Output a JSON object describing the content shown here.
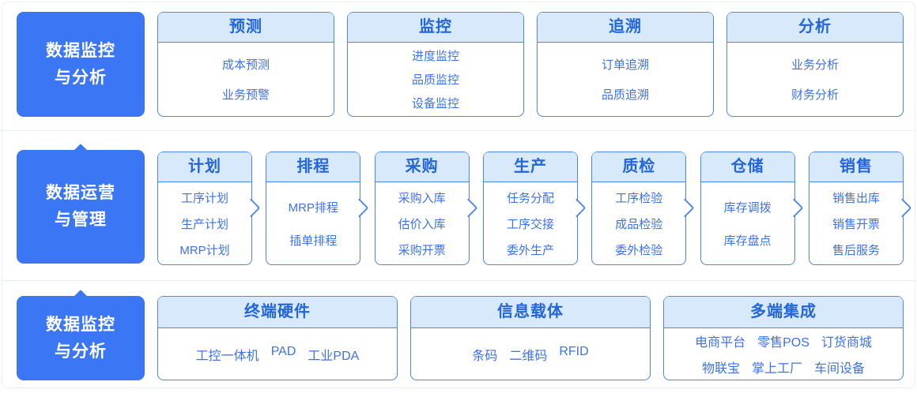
{
  "colors": {
    "accent_blue": "#3b76f5",
    "card_border": "#4a84f0",
    "card_header_bg": "#d8e9fc",
    "card_header_text": "#2365dd",
    "item_text": "#3e71e8",
    "frame_border": "#e9edf9"
  },
  "rows": [
    {
      "id": "monitoring-analysis-top",
      "label": {
        "line1": "数据监控",
        "line2": "与分析",
        "has_top_arrow": false
      },
      "cards_have_chevron": false,
      "cards": [
        {
          "title": "预测",
          "items": [
            "成本预测",
            "业务预警"
          ]
        },
        {
          "title": "监控",
          "items": [
            "进度监控",
            "品质监控",
            "设备监控"
          ]
        },
        {
          "title": "追溯",
          "items": [
            "订单追溯",
            "品质追溯"
          ]
        },
        {
          "title": "分析",
          "items": [
            "业务分析",
            "财务分析"
          ]
        }
      ]
    },
    {
      "id": "operation-management",
      "label": {
        "line1": "数据运营",
        "line2": "与管理",
        "has_top_arrow": true
      },
      "cards_have_chevron": true,
      "cards": [
        {
          "title": "计划",
          "items": [
            "工序计划",
            "生产计划",
            "MRP计划"
          ]
        },
        {
          "title": "排程",
          "items": [
            "MRP排程",
            "插单排程"
          ]
        },
        {
          "title": "采购",
          "items": [
            "采购入库",
            "估价入库",
            "采购开票"
          ]
        },
        {
          "title": "生产",
          "items": [
            "任务分配",
            "工序交接",
            "委外生产"
          ]
        },
        {
          "title": "质检",
          "items": [
            "工序检验",
            "成品检验",
            "委外检验"
          ]
        },
        {
          "title": "仓储",
          "items": [
            "库存调拨",
            "库存盘点"
          ]
        },
        {
          "title": "销售",
          "items": [
            "销售出库",
            "销售开票",
            "售后服务"
          ]
        }
      ]
    },
    {
      "id": "monitoring-analysis-bottom",
      "label": {
        "line1": "数据监控",
        "line2": "与分析",
        "has_top_arrow": true
      },
      "cards_have_chevron": false,
      "cards": [
        {
          "title": "终端硬件",
          "item_rows": [
            [
              "工控一体机",
              "PAD",
              "工业PDA"
            ]
          ]
        },
        {
          "title": "信息载体",
          "item_rows": [
            [
              "条码",
              "二维码",
              "RFID"
            ]
          ]
        },
        {
          "title": "多端集成",
          "item_rows": [
            [
              "电商平台",
              "零售POS",
              "订货商城"
            ],
            [
              "物联宝",
              "掌上工厂",
              "车间设备"
            ]
          ]
        }
      ]
    }
  ]
}
